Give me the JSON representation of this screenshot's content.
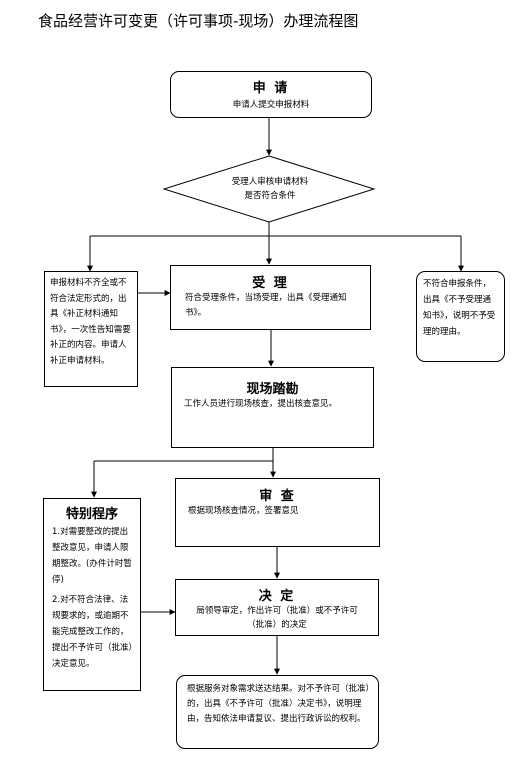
{
  "title": "食品经营许可变更（许可事项-现场）办理流程图",
  "apply": {
    "heading": "申 请",
    "text": "申请人提交申报材料"
  },
  "check": {
    "line1": "受理人审核申请材料",
    "line2": "是否符合条件"
  },
  "incomplete": {
    "text": "申报材料不齐全或不符合法定形式的，出具《补正材料通知书》，一次性告知需要补正的内容。申请人补正申请材料。"
  },
  "accept": {
    "heading": "受 理",
    "text": "符合受理条件，当场受理，出具《受理通知书》。"
  },
  "reject": {
    "text": "不符合申报条件，出具《不予受理通知书》，说明不予受理的理由。"
  },
  "inspection": {
    "heading": "现场踏勘",
    "text": "工作人员进行现场核查，提出核查意见。"
  },
  "special": {
    "heading": "特别程序",
    "item1": "1.对需要整改的提出整改意见，申请人限期整改。(办件计时暂停)",
    "item2": "2.对不符合法律、法规要求的，或逾期不能完成整改工作的，提出不予许可（批准）决定意见。"
  },
  "review": {
    "heading": "审 查",
    "text": "根据现场核查情况，签署意见"
  },
  "decision": {
    "heading": "决 定",
    "text": "局领导审定，作出许可（批准）或不予许可（批准）的决定"
  },
  "result": {
    "text": "根据服务对象需求送达结果。对不予许可（批准）的，出具《不予许可（批准）决定书》，说明理由，告知依法申请复议、提出行政诉讼的权利。"
  }
}
